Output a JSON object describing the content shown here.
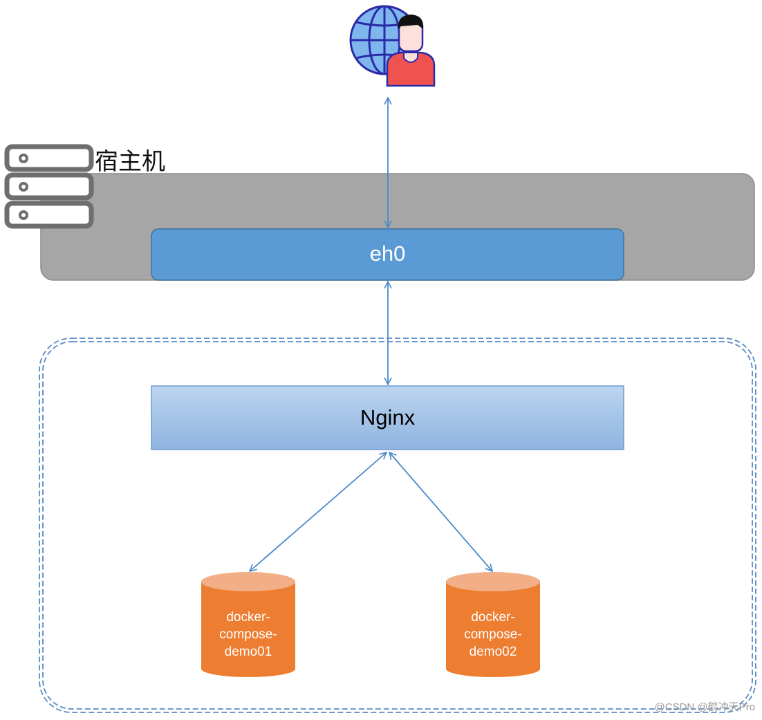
{
  "host": {
    "label": "宿主机"
  },
  "interface": {
    "label": "eh0"
  },
  "proxy": {
    "label": "Nginx"
  },
  "services": [
    {
      "line1": "docker-",
      "line2": "compose-",
      "line3": "demo01"
    },
    {
      "line1": "docker-",
      "line2": "compose-",
      "line3": "demo02"
    }
  ],
  "icons": {
    "user": "globe-user-icon",
    "server": "server-rack-icon"
  },
  "colors": {
    "host_box": "#a6a6a6",
    "interface_box": "#5b9bd5",
    "proxy_box_top": "#bcd4ee",
    "proxy_box_bottom": "#8fb4e0",
    "connector": "#4a8ac9",
    "container_border": "#5b8bc4",
    "db_body": "#ed7d31",
    "db_top": "#f2ae86",
    "server_icon": "#6e6e6e"
  },
  "watermark": "@CSDN @鹤冲天Pro"
}
